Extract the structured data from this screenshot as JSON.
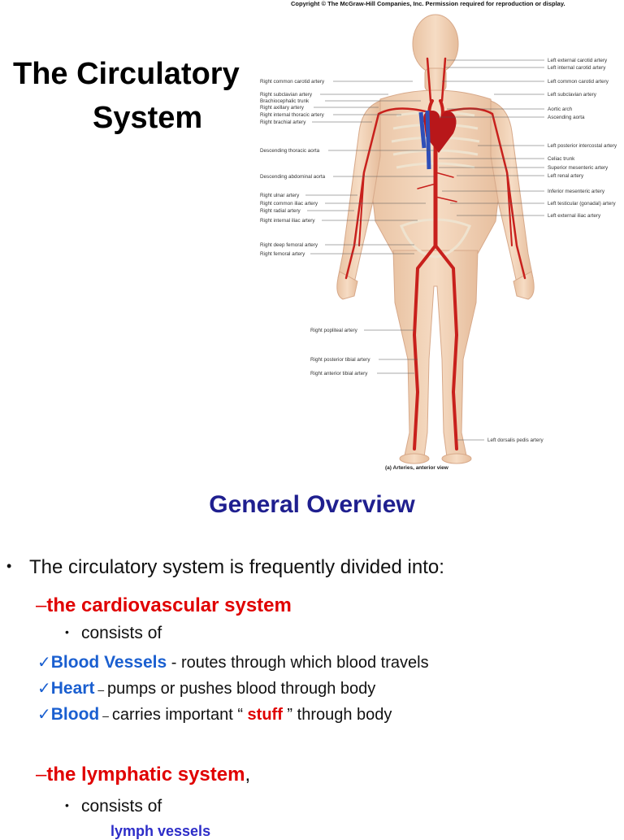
{
  "copyright": "Copyright © The McGraw-Hill Companies, Inc. Permission required for reproduction or display.",
  "title": {
    "line1": "The Circulatory",
    "line2": "System"
  },
  "figure": {
    "caption": "(a) Arteries, anterior view",
    "labels_left": [
      "Right common carotid artery",
      "Right subclavian artery",
      "Brachiocephalic trunk",
      "Right axillary artery",
      "Right internal thoracic artery",
      "Right brachial artery",
      "Descending thoracic aorta",
      "Descending abdominal aorta",
      "Right ulnar artery",
      "Right common iliac artery",
      "Right radial artery",
      "Right internal iliac artery",
      "Right deep femoral artery",
      "Right femoral artery",
      "Right popliteal artery",
      "Right posterior tibial artery",
      "Right anterior tibial artery"
    ],
    "labels_right": [
      "Left external carotid artery",
      "Left internal carotid artery",
      "Left common carotid artery",
      "Left subclavian artery",
      "Aortic arch",
      "Ascending aorta",
      "Left posterior intercostal artery",
      "Celiac trunk",
      "Superior mesenteric artery",
      "Left renal artery",
      "Inferior mesenteric artery",
      "Left testicular (gonadal) artery",
      "Left external iliac artery",
      "Left dorsalis pedis artery"
    ]
  },
  "overview": "General Overview",
  "bullet_main": "The circulatory system is frequently divided into:",
  "cardio": {
    "dash": "–",
    "label": "the cardiovascular system",
    "consists": "consists of",
    "items": [
      {
        "check": "✓",
        "key": "Blood Vessels",
        "sep": "  - ",
        "text": "routes through which blood travels"
      },
      {
        "check": "✓",
        "key": "Heart",
        "sep": " – ",
        "text": "pumps or pushes blood through body"
      },
      {
        "check": "✓",
        "key": "Blood",
        "sep": " – ",
        "text_before": "carries important “ ",
        "stuff": "stuff",
        "text_after": " ” through body"
      }
    ]
  },
  "lymphatic": {
    "dash": "–",
    "label": "the lymphatic system",
    "comma": ",",
    "consists": "consists of",
    "first_item": "lymph vessels"
  },
  "colors": {
    "red": "#e00000",
    "blue": "#1a5fd0",
    "navy": "#1f1f8f",
    "artery": "#c8201c"
  }
}
